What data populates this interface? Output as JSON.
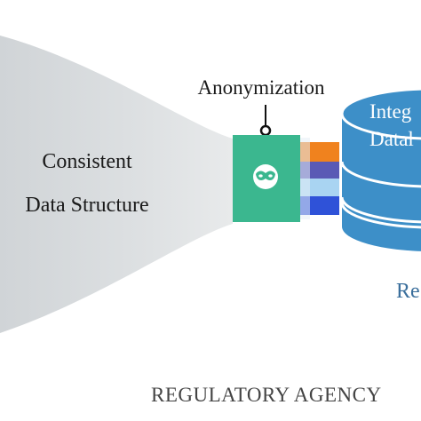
{
  "funnel": {
    "line1": "Consistent",
    "line2": "Data Structure"
  },
  "anonymization": {
    "label": "Anonymization",
    "icon": "mask-icon"
  },
  "database": {
    "line1": "Integ",
    "line2": "Datal",
    "icon": "database-icon"
  },
  "partial_label": "Re",
  "footer": {
    "agency": "REGULATORY AGENCY"
  },
  "colors": {
    "funnel": "#d6dadd",
    "anonymizer_box": "#3bb78f",
    "database": "#3d8fc8",
    "database_rim": "#ffffff",
    "stripe_orange": "#f0821e",
    "stripe_purple": "#5a5ab5",
    "stripe_lightblue": "#a9d4f2",
    "stripe_blue": "#2f52d8",
    "text": "#1a1a1a",
    "footer_text": "#444444"
  }
}
